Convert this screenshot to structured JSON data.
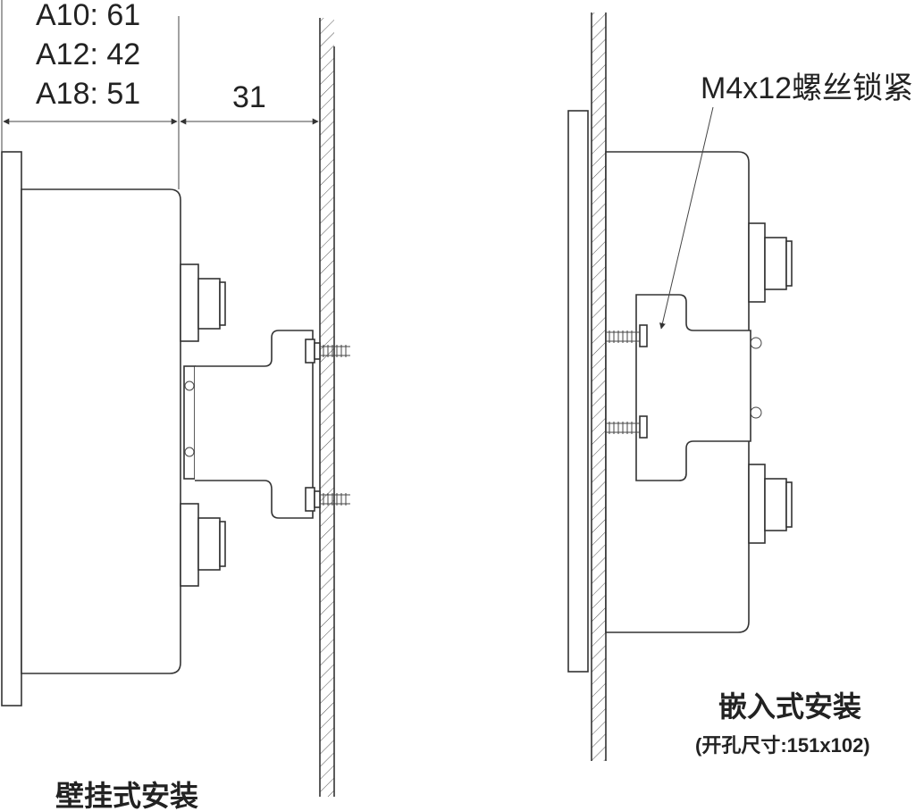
{
  "wall_mount": {
    "dims": [
      "A10: 61",
      "A12: 42",
      "A18: 51"
    ],
    "gap_dim": "31",
    "caption": "壁挂式安装"
  },
  "panel_mount": {
    "screw_note": "M4x12螺丝锁紧",
    "caption": "嵌入式安装",
    "cutout": "(开孔尺寸:151x102)"
  },
  "colors": {
    "line": "#333333",
    "background": "#ffffff"
  }
}
